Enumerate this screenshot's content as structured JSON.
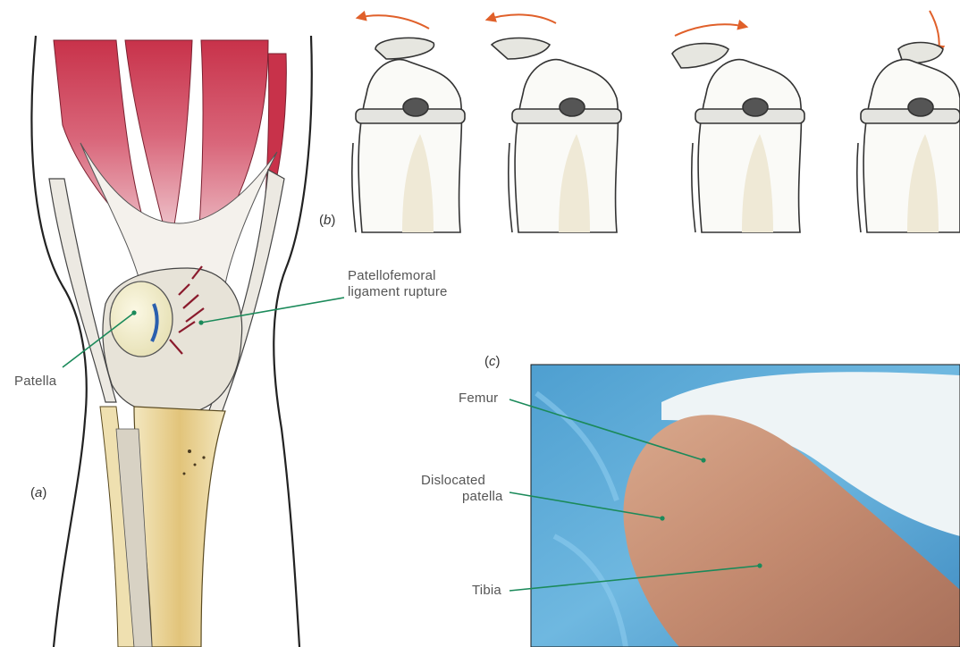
{
  "panels": {
    "a": {
      "open": "(",
      "letter": "a",
      "close": ")"
    },
    "b": {
      "open": "(",
      "letter": "b",
      "close": ")"
    },
    "c": {
      "open": "(",
      "letter": "c",
      "close": ")"
    }
  },
  "labels": {
    "patellofemoral_line1": "Patellofemoral",
    "patellofemoral_line2": "ligament rupture",
    "patella": "Patella",
    "femur": "Femur",
    "dislocated_line1": "Dislocated",
    "dislocated_line2": "patella",
    "tibia": "Tibia"
  },
  "colors": {
    "leader_line": "#1b8a5a",
    "arrow": "#e0602a",
    "muscle": "#c8324a",
    "bone": "#e8d29a",
    "photo_bg": "#5aa9d6",
    "skin": "#c9957a"
  }
}
